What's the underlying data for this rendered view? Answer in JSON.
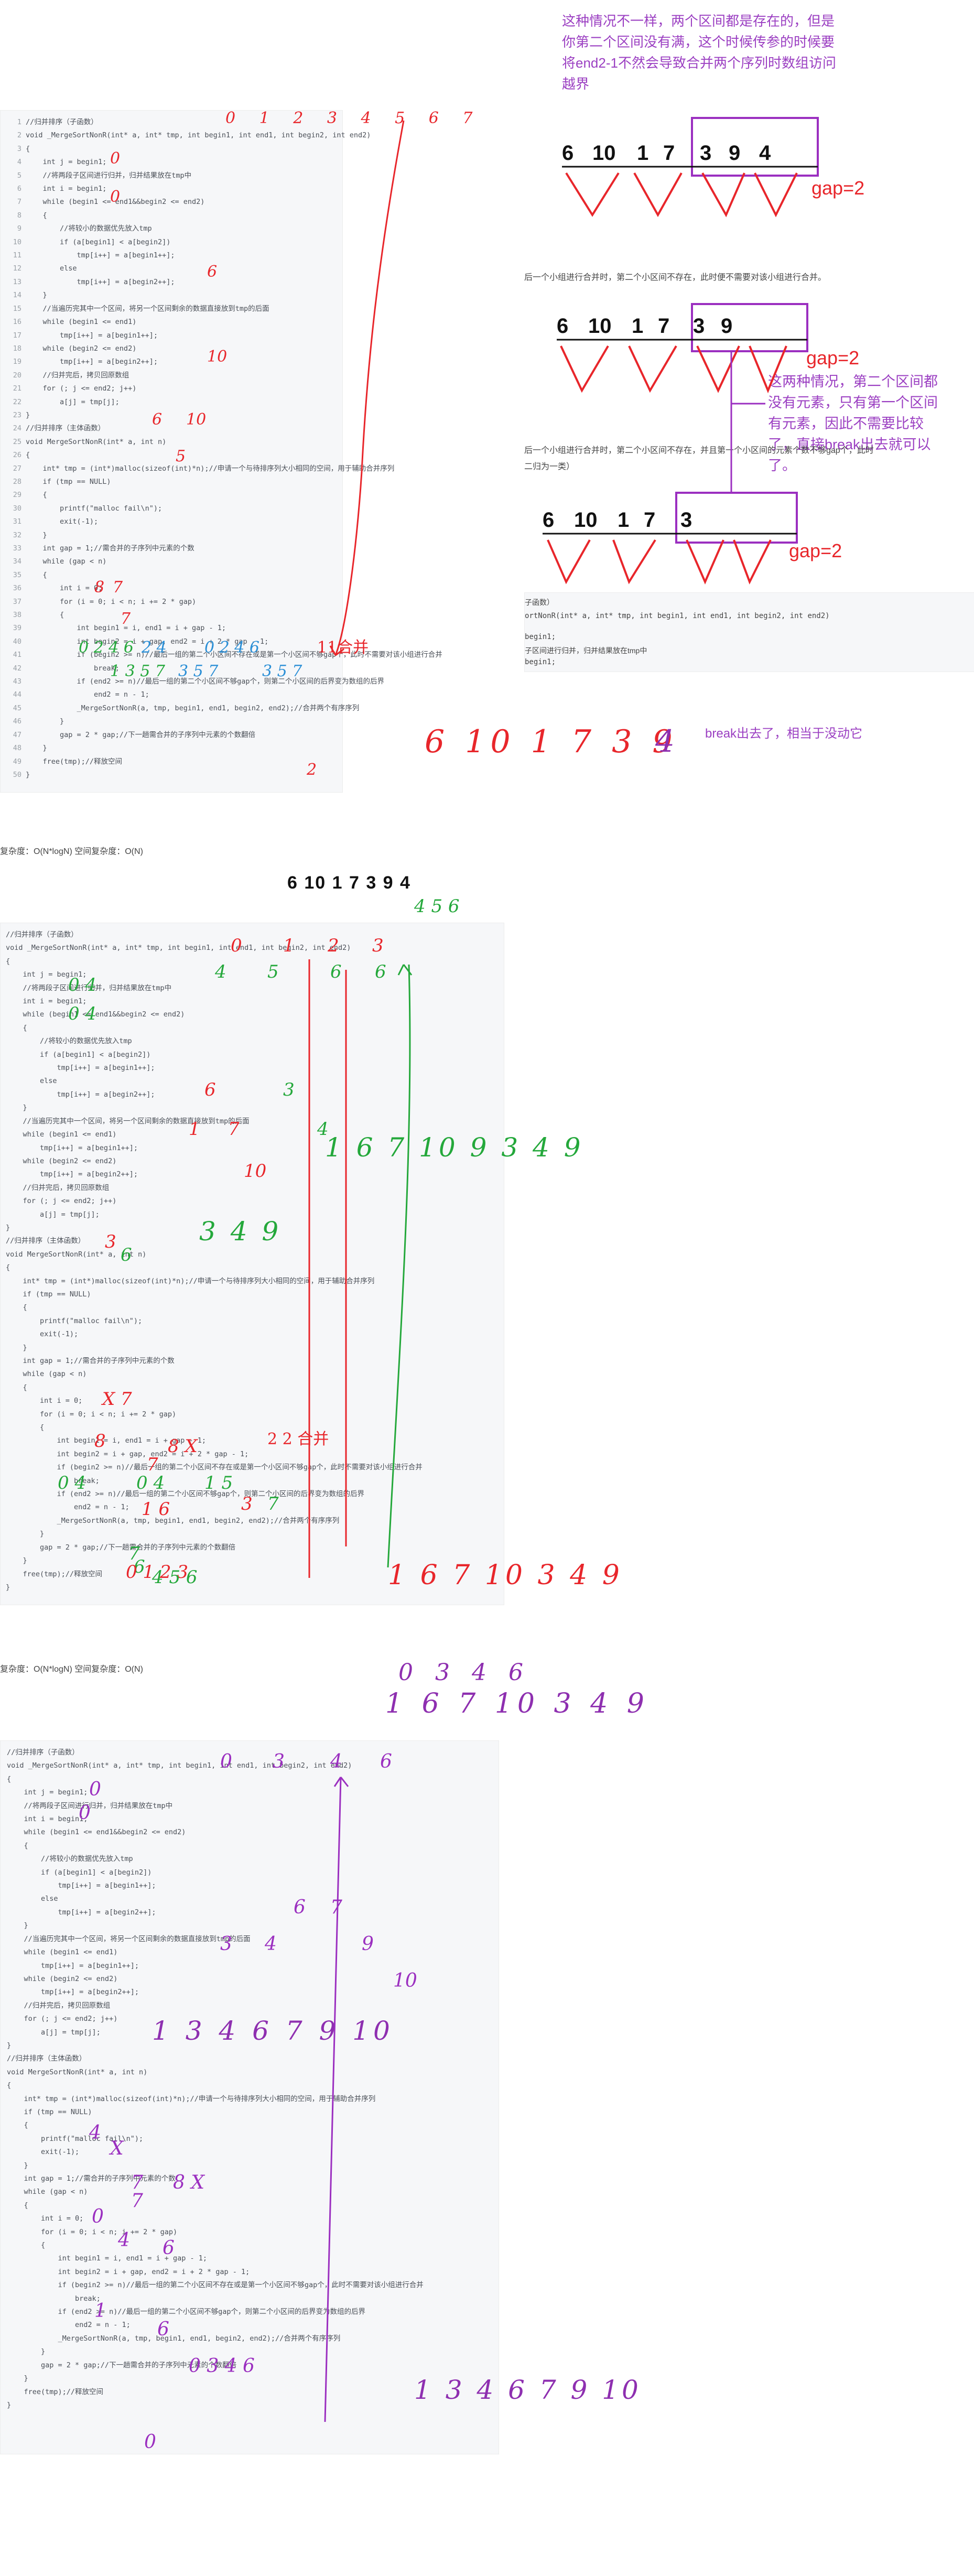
{
  "panels": [
    {
      "line_numbers": "1\n2\n3\n4\n5\n6\n7\n8\n9\n10\n11\n12\n13\n14\n15\n16\n17\n18\n19\n20\n21\n22\n23\n24\n25\n26\n27\n28\n29\n30\n31\n32\n33\n34\n35\n36\n37\n38\n39\n40\n41\n42\n43\n44\n45\n46\n47\n48\n49\n50",
      "code": "//归并排序（子函数）\nvoid _MergeSortNonR(int* a, int* tmp, int begin1, int end1, int begin2, int end2)\n{\n    int j = begin1;\n    //将两段子区间进行归并，归并结果放在tmp中\n    int i = begin1;\n    while (begin1 <= end1&&begin2 <= end2)\n    {\n        //将较小的数据优先放入tmp\n        if (a[begin1] < a[begin2])\n            tmp[i++] = a[begin1++];\n        else\n            tmp[i++] = a[begin2++];\n    }\n    //当遍历完其中一个区间，将另一个区间剩余的数据直接放到tmp的后面\n    while (begin1 <= end1)\n        tmp[i++] = a[begin1++];\n    while (begin2 <= end2)\n        tmp[i++] = a[begin2++];\n    //归并完后，拷贝回原数组\n    for (; j <= end2; j++)\n        a[j] = tmp[j];\n}\n//归并排序（主体函数）\nvoid MergeSortNonR(int* a, int n)\n{\n    int* tmp = (int*)malloc(sizeof(int)*n);//申请一个与待排序列大小相同的空间，用于辅助合并序列\n    if (tmp == NULL)\n    {\n        printf(\"malloc fail\\n\");\n        exit(-1);\n    }\n    int gap = 1;//需合并的子序列中元素的个数\n    while (gap < n)\n    {\n        int i = 0;\n        for (i = 0; i < n; i += 2 * gap)\n        {\n            int begin1 = i, end1 = i + gap - 1;\n            int begin2 = i + gap, end2 = i + 2 * gap - 1;\n            if (begin2 >= n)//最后一组的第二个小区间不存在或是第一个小区间不够gap个，此时不需要对该小组进行合并\n                break;\n            if (end2 >= n)//最后一组的第二个小区间不够gap个，则第二个小区间的后界变为数组的后界\n                end2 = n - 1;\n            _MergeSortNonR(a, tmp, begin1, end1, begin2, end2);//合并两个有序序列\n        }\n        gap = 2 * gap;//下一趟需合并的子序列中元素的个数翻倍\n    }\n    free(tmp);//释放空间\n}"
    },
    {
      "code": "//归并排序（子函数）\nvoid _MergeSortNonR(int* a, int* tmp, int begin1, int end1, int begin2, int end2)\n{\n    int j = begin1;\n    //将两段子区间进行归并，归并结果放在tmp中\n    int i = begin1;\n    while (begin1 <= end1&&begin2 <= end2)\n    {\n        //将较小的数据优先放入tmp\n        if (a[begin1] < a[begin2])\n            tmp[i++] = a[begin1++];\n        else\n            tmp[i++] = a[begin2++];\n    }\n    //当遍历完其中一个区间，将另一个区间剩余的数据直接放到tmp的后面\n    while (begin1 <= end1)\n        tmp[i++] = a[begin1++];\n    while (begin2 <= end2)\n        tmp[i++] = a[begin2++];\n    //归并完后，拷贝回原数组\n    for (; j <= end2; j++)\n        a[j] = tmp[j];\n}\n//归并排序（主体函数）\nvoid MergeSortNonR(int* a, int n)\n{\n    int* tmp = (int*)malloc(sizeof(int)*n);//申请一个与待排序列大小相同的空间，用于辅助合并序列\n    if (tmp == NULL)\n    {\n        printf(\"malloc fail\\n\");\n        exit(-1);\n    }\n    int gap = 1;//需合并的子序列中元素的个数\n    while (gap < n)\n    {\n        int i = 0;\n        for (i = 0; i < n; i += 2 * gap)\n        {\n            int begin1 = i, end1 = i + gap - 1;\n            int begin2 = i + gap, end2 = i + 2 * gap - 1;\n            if (begin2 >= n)//最后一组的第二个小区间不存在或是第一个小区间不够gap个，此时不需要对该小组进行合并\n                break;\n            if (end2 >= n)//最后一组的第二个小区间不够gap个，则第二个小区间的后界变为数组的后界\n                end2 = n - 1;\n            _MergeSortNonR(a, tmp, begin1, end1, begin2, end2);//合并两个有序序列\n        }\n        gap = 2 * gap;//下一趟需合并的子序列中元素的个数翻倍\n    }\n    free(tmp);//释放空间\n}"
    },
    {
      "code": "//归并排序（子函数）\nvoid _MergeSortNonR(int* a, int* tmp, int begin1, int end1, int begin2, int end2)\n{\n    int j = begin1;\n    //将两段子区间进行归并，归并结果放在tmp中\n    int i = begin1;\n    while (begin1 <= end1&&begin2 <= end2)\n    {\n        //将较小的数据优先放入tmp\n        if (a[begin1] < a[begin2])\n            tmp[i++] = a[begin1++];\n        else\n            tmp[i++] = a[begin2++];\n    }\n    //当遍历完其中一个区间，将另一个区间剩余的数据直接放到tmp的后面\n    while (begin1 <= end1)\n        tmp[i++] = a[begin1++];\n    while (begin2 <= end2)\n        tmp[i++] = a[begin2++];\n    //归并完后，拷贝回原数组\n    for (; j <= end2; j++)\n        a[j] = tmp[j];\n}\n//归并排序（主体函数）\nvoid MergeSortNonR(int* a, int n)\n{\n    int* tmp = (int*)malloc(sizeof(int)*n);//申请一个与待排序列大小相同的空间，用于辅助合并序列\n    if (tmp == NULL)\n    {\n        printf(\"malloc fail\\n\");\n        exit(-1);\n    }\n    int gap = 1;//需合并的子序列中元素的个数\n    while (gap < n)\n    {\n        int i = 0;\n        for (i = 0; i < n; i += 2 * gap)\n        {\n            int begin1 = i, end1 = i + gap - 1;\n            int begin2 = i + gap, end2 = i + 2 * gap - 1;\n            if (begin2 >= n)//最后一组的第二个小区间不存在或是第一个小区间不够gap个，此时不需要对该小组进行合并\n                break;\n            if (end2 >= n)//最后一组的第二个小区间不够gap个，则第二个小区间的后界变为数组的后界\n                end2 = n - 1;\n            _MergeSortNonR(a, tmp, begin1, end1, begin2, end2);//合并两个有序序列\n        }\n        gap = 2 * gap;//下一趟需合并的子序列中元素的个数翻倍\n    }\n    free(tmp);//释放空间\n}"
    }
  ],
  "notes": {
    "top": "这种情况不一样，两个区间都是存在的，但是你第二个区间没有满，这个时候传参的时候要将end2-1不然会导致合并两个序列时数组访问越界",
    "middle": "这两种情况，第二个区间都没有元素，只有第一个区间有元素，因此不需要比较了，直接break出去就可以了。",
    "break_out": "break出去了，相当于没动它"
  },
  "diagrams": {
    "arr1": [
      "6",
      "10",
      "1",
      "7",
      "3",
      "9",
      "4"
    ],
    "arr2": [
      "6",
      "10",
      "1",
      "7",
      "3",
      "9"
    ],
    "arr3": [
      "6",
      "10",
      "1",
      "7",
      "3"
    ],
    "gap1": "gap=2",
    "gap2": "gap=2",
    "gap3": "gap=2",
    "arr_top2": "6  10  1  7  3  9  4"
  },
  "snippets": {
    "s1": "后一个小组进行合并时，第二个小区间不存在，此时便不需要对该小组进行合并。",
    "s2": "后一个小组进行合并时，第二个小区间不存在，并且第一个小区间的元素个数不够gap个，此时",
    "s3": "二归为一类）",
    "s4": "子函数）",
    "s5": "ortNonR(int* a, int* tmp, int begin1, int end1, int begin2, int end2)",
    "s6": "begin1;",
    "s7": "子区间进行归并，归并结果放在tmp中",
    "s8": "begin1;",
    "cut1": "复杂度：O(N*logN)    空间复杂度：O(N)",
    "cut2": "复杂度：O(N*logN)    空间复杂度：O(N)"
  },
  "ink": {
    "p1_line_top": "0 1 2 3 4 5 6 7",
    "p1_merge": "11合并",
    "p1_result": "6 10 1 7 3 9",
    "p1_circled": "4",
    "p2_merge": "2 2 合并",
    "p2_row1": "1 6 7 10 9 3 4 9",
    "p2_result": "1 6 7 10 3 4 9",
    "p2_seq": "3 4 9",
    "p3_top": "0 3 4 6",
    "p3_row": "1 6 7 10 3 4 9",
    "p3_sorted": "1 3 4 6 7 9 10",
    "p3_final": "1 3 4 6 7 9 10"
  }
}
